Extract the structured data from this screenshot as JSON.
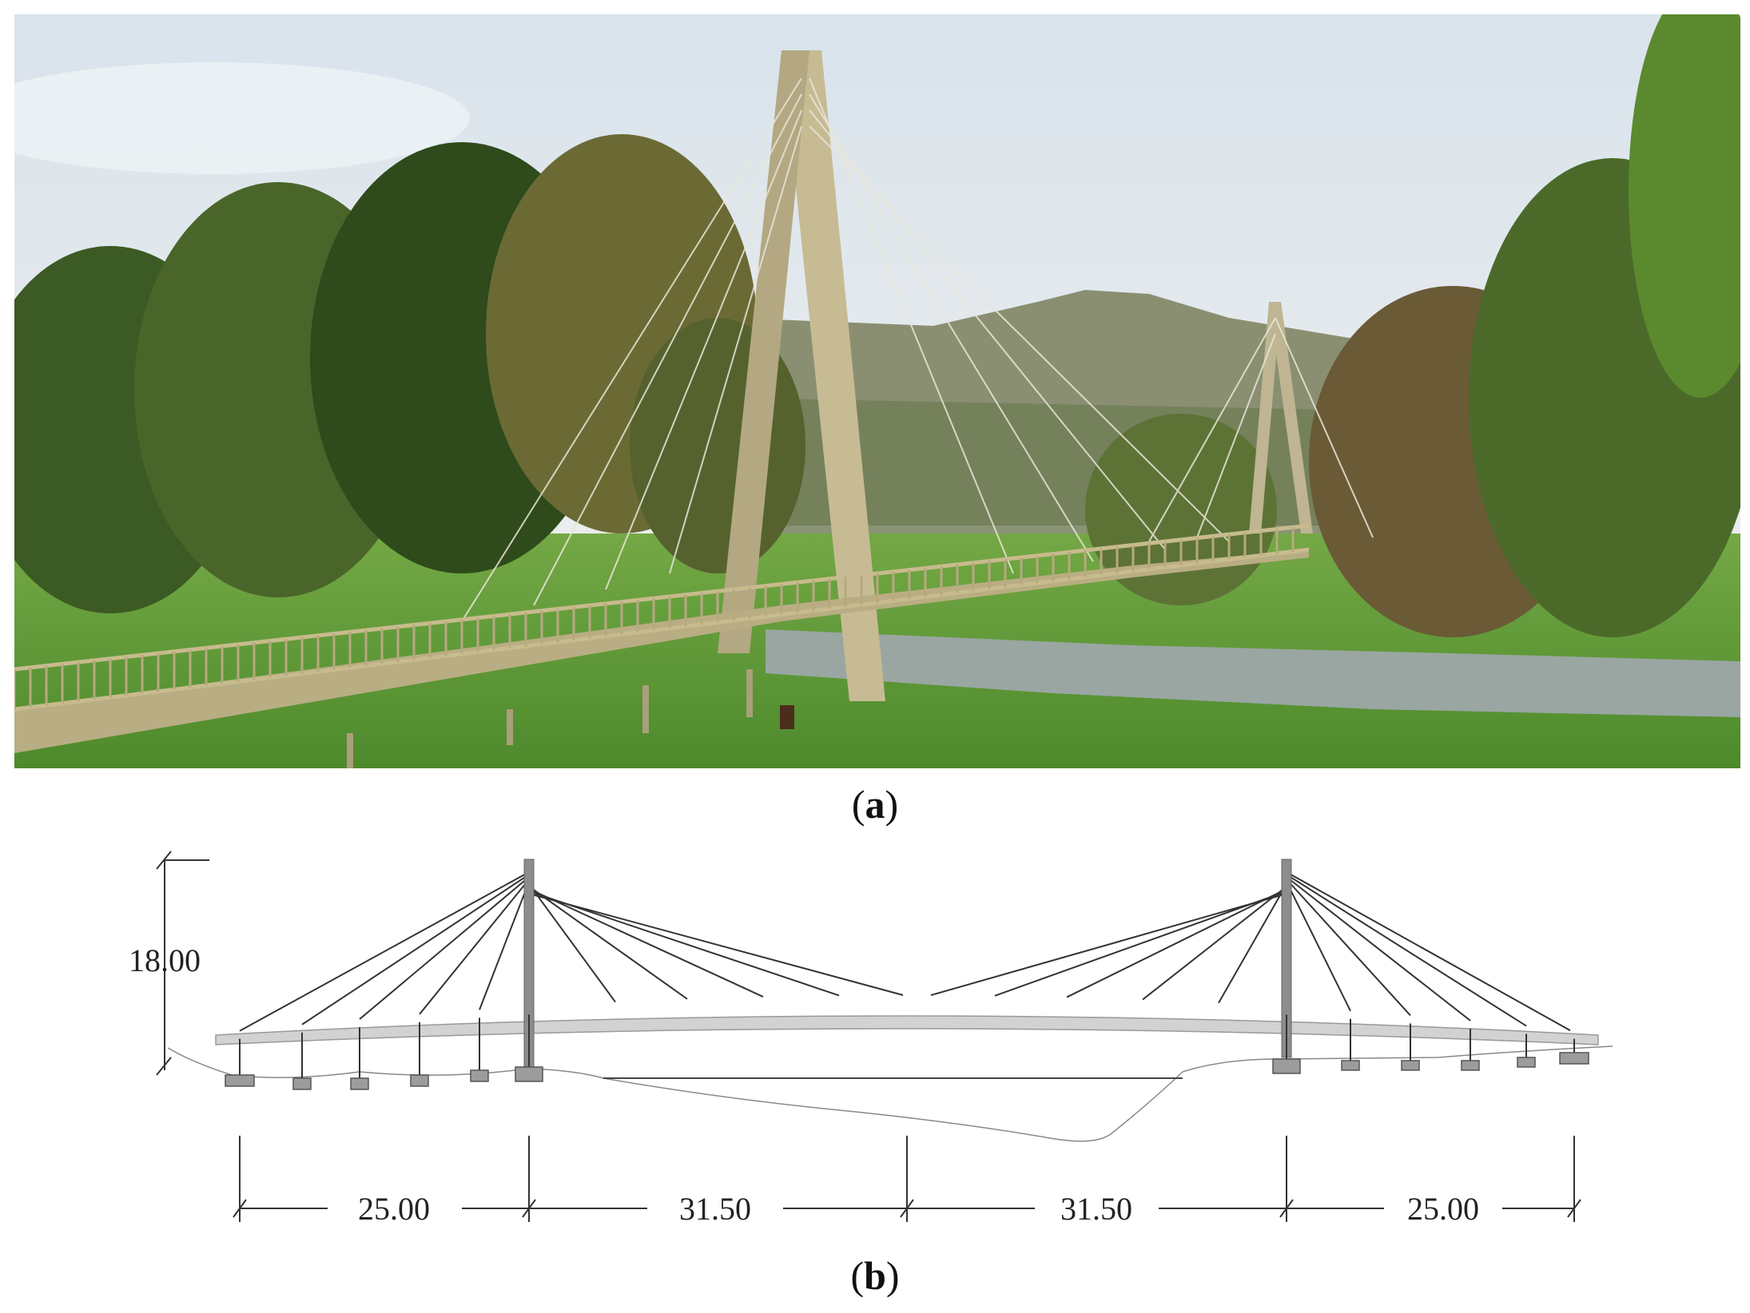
{
  "figure_a": {
    "caption_open": "(",
    "caption_letter": "a",
    "caption_close": ")",
    "subject": "timber cable-stayed pedestrian bridge over river",
    "colors": {
      "sky": "#e8eef2",
      "grass": "#5f9d3a",
      "timber": "#c7bb94",
      "water": "#9aa6a2",
      "foliage": "#3c5a23"
    }
  },
  "figure_b": {
    "caption_open": "(",
    "caption_letter": "b",
    "caption_close": ")",
    "height_label": "18.00",
    "span_labels": [
      "25.00",
      "31.50",
      "31.50",
      "25.00"
    ],
    "colors": {
      "deck": "#d2d2d2",
      "pylon": "#8c8c8c",
      "cable": "#333333",
      "ground": "#8a8a8a"
    }
  }
}
